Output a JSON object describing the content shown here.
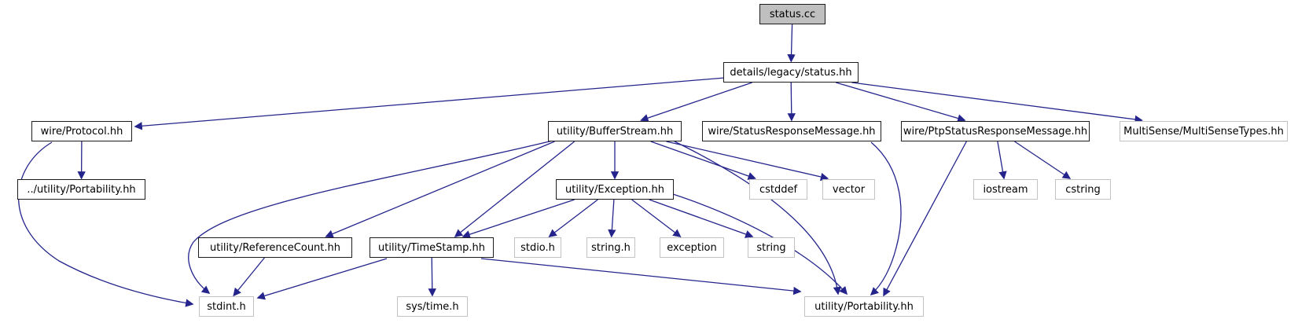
{
  "diagram": {
    "title": "status.cc include dependency graph",
    "edge_color": "#24248c",
    "root_fill": "#bfbfbf",
    "internal_border": "#1c1c1c",
    "external_border": "#c3c3c3",
    "nodes": [
      {
        "id": "status_cc",
        "label": "status.cc",
        "kind": "root"
      },
      {
        "id": "details_legacy_status_hh",
        "label": "details/legacy/status.hh",
        "kind": "internal"
      },
      {
        "id": "wire_protocol_hh",
        "label": "wire/Protocol.hh",
        "kind": "internal"
      },
      {
        "id": "utility_bufferstream_hh",
        "label": "utility/BufferStream.hh",
        "kind": "internal"
      },
      {
        "id": "wire_statusresponsemessage_hh",
        "label": "wire/StatusResponseMessage.hh",
        "kind": "internal"
      },
      {
        "id": "wire_ptpstatusresponsemessage_hh",
        "label": "wire/PtpStatusResponseMessage.hh",
        "kind": "internal"
      },
      {
        "id": "multisense_multisensetypes_hh",
        "label": "MultiSense/MultiSenseTypes.hh",
        "kind": "external"
      },
      {
        "id": "rel_utility_portability_hh",
        "label": "../utility/Portability.hh",
        "kind": "internal"
      },
      {
        "id": "utility_exception_hh",
        "label": "utility/Exception.hh",
        "kind": "internal"
      },
      {
        "id": "cstddef",
        "label": "cstddef",
        "kind": "external"
      },
      {
        "id": "vector",
        "label": "vector",
        "kind": "external"
      },
      {
        "id": "iostream",
        "label": "iostream",
        "kind": "external"
      },
      {
        "id": "cstring",
        "label": "cstring",
        "kind": "external"
      },
      {
        "id": "utility_referencecount_hh",
        "label": "utility/ReferenceCount.hh",
        "kind": "internal"
      },
      {
        "id": "utility_timestamp_hh",
        "label": "utility/TimeStamp.hh",
        "kind": "internal"
      },
      {
        "id": "stdio_h",
        "label": "stdio.h",
        "kind": "external"
      },
      {
        "id": "string_h",
        "label": "string.h",
        "kind": "external"
      },
      {
        "id": "exception",
        "label": "exception",
        "kind": "external"
      },
      {
        "id": "string",
        "label": "string",
        "kind": "external"
      },
      {
        "id": "stdint_h",
        "label": "stdint.h",
        "kind": "external"
      },
      {
        "id": "sys_time_h",
        "label": "sys/time.h",
        "kind": "external"
      },
      {
        "id": "utility_portability_hh",
        "label": "utility/Portability.hh",
        "kind": "external"
      }
    ],
    "edges": [
      {
        "from": "status_cc",
        "to": "details_legacy_status_hh"
      },
      {
        "from": "details_legacy_status_hh",
        "to": "wire_protocol_hh"
      },
      {
        "from": "details_legacy_status_hh",
        "to": "utility_bufferstream_hh"
      },
      {
        "from": "details_legacy_status_hh",
        "to": "wire_statusresponsemessage_hh"
      },
      {
        "from": "details_legacy_status_hh",
        "to": "wire_ptpstatusresponsemessage_hh"
      },
      {
        "from": "details_legacy_status_hh",
        "to": "multisense_multisensetypes_hh"
      },
      {
        "from": "wire_protocol_hh",
        "to": "rel_utility_portability_hh"
      },
      {
        "from": "wire_protocol_hh",
        "to": "stdint_h"
      },
      {
        "from": "utility_bufferstream_hh",
        "to": "utility_referencecount_hh"
      },
      {
        "from": "utility_bufferstream_hh",
        "to": "utility_timestamp_hh"
      },
      {
        "from": "utility_bufferstream_hh",
        "to": "utility_exception_hh"
      },
      {
        "from": "utility_bufferstream_hh",
        "to": "cstddef"
      },
      {
        "from": "utility_bufferstream_hh",
        "to": "vector"
      },
      {
        "from": "utility_bufferstream_hh",
        "to": "stdint_h"
      },
      {
        "from": "utility_bufferstream_hh",
        "to": "utility_portability_hh"
      },
      {
        "from": "wire_statusresponsemessage_hh",
        "to": "utility_portability_hh"
      },
      {
        "from": "wire_ptpstatusresponsemessage_hh",
        "to": "utility_portability_hh"
      },
      {
        "from": "wire_ptpstatusresponsemessage_hh",
        "to": "iostream"
      },
      {
        "from": "wire_ptpstatusresponsemessage_hh",
        "to": "cstring"
      },
      {
        "from": "utility_exception_hh",
        "to": "utility_timestamp_hh"
      },
      {
        "from": "utility_exception_hh",
        "to": "stdio_h"
      },
      {
        "from": "utility_exception_hh",
        "to": "string_h"
      },
      {
        "from": "utility_exception_hh",
        "to": "exception"
      },
      {
        "from": "utility_exception_hh",
        "to": "string"
      },
      {
        "from": "utility_exception_hh",
        "to": "utility_portability_hh"
      },
      {
        "from": "utility_referencecount_hh",
        "to": "stdint_h"
      },
      {
        "from": "utility_timestamp_hh",
        "to": "stdint_h"
      },
      {
        "from": "utility_timestamp_hh",
        "to": "sys_time_h"
      },
      {
        "from": "utility_timestamp_hh",
        "to": "utility_portability_hh"
      }
    ]
  }
}
